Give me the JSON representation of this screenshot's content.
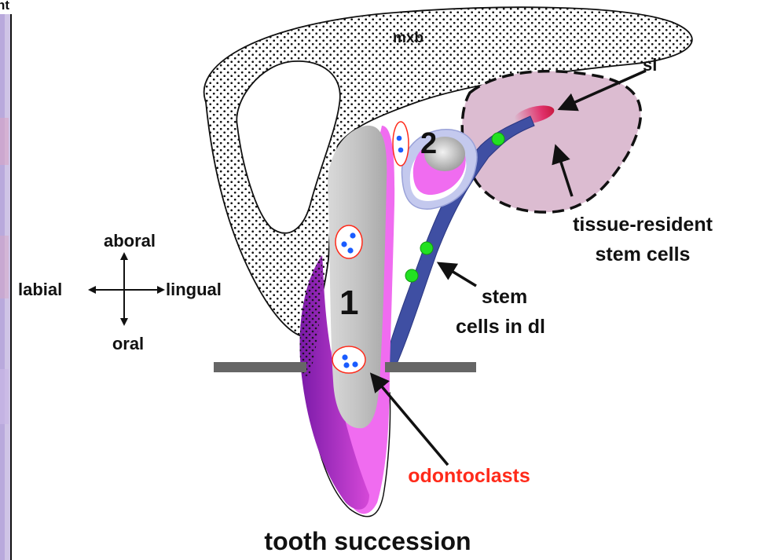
{
  "labels": {
    "corner_fragment": "nt",
    "mxb": "mxb",
    "sl": "sl",
    "tooth_1": "1",
    "tooth_2": "2",
    "tissue_resident_line1": "tissue-resident",
    "tissue_resident_line2": "stem cells",
    "stem_dl_line1": "stem",
    "stem_dl_line2": "cells in dl",
    "odontoclasts": "odontoclasts",
    "caption": "tooth succession"
  },
  "axes": {
    "aboral": "aboral",
    "oral": "oral",
    "labial": "labial",
    "lingual": "lingual"
  },
  "colors": {
    "tooth_fill": "#bdbdbd",
    "enamel_pink": "#f06cf0",
    "dental_lamina": "#3f4fa3",
    "stem_cell_green": "#22e022",
    "odontoclast_label": "#ff2a1a",
    "tissue_region": "#d9b4cc",
    "sl_red": "#e03060",
    "gum_line": "#666666",
    "cell_blue": "#1a5cff"
  }
}
